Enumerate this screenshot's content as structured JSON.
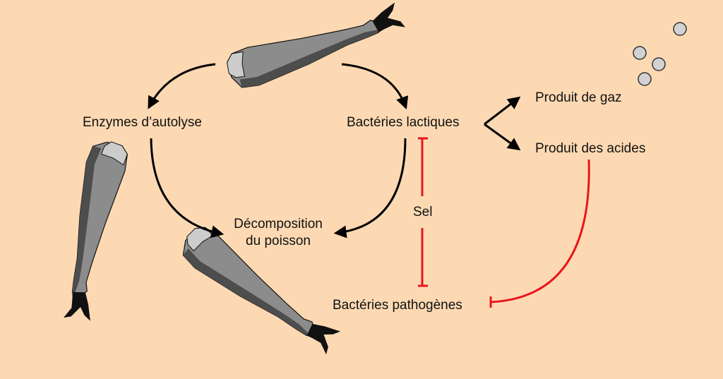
{
  "labels": {
    "autolysis": "Enzymes d’autolyse",
    "lactic": "Bactéries lactiques",
    "decomposition_line1": "Décomposition",
    "decomposition_line2": "du poisson",
    "gas": "Produit de gaz",
    "acids": "Produit des acides",
    "salt": "Sel",
    "pathogens": "Bactéries pathogènes"
  },
  "colors": {
    "background": "#fdd9b3",
    "arrow": "#000000",
    "inhibition": "#e8161b",
    "fish_body": "#8c8c8c",
    "fish_shade": "#4d4d4d",
    "fish_cut": "#cccccc",
    "bubble": "#d2d2d2"
  },
  "icons": {
    "fish": "fish-leg-icon",
    "bubble": "gas-bubble-icon"
  }
}
